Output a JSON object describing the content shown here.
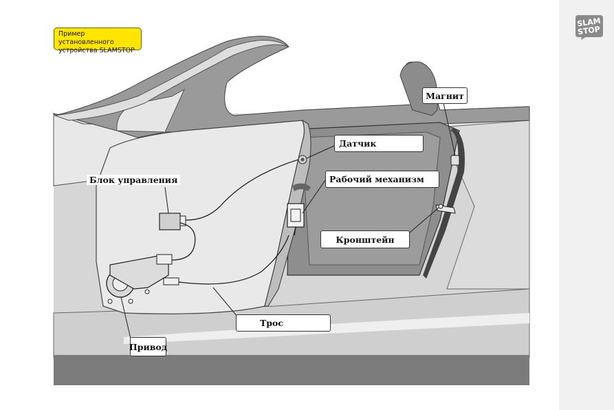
{
  "note": {
    "line1": "Пример установленного",
    "line2": "устройства SLAMSTOP"
  },
  "logo": {
    "line1": "SLAM",
    "line2": "STOP"
  },
  "labels": {
    "magnet": "Магнит",
    "sensor": "Датчик",
    "control_unit": "Блок управления",
    "mechanism": "Рабочий механизм",
    "bracket": "Кронштейн",
    "cable": "Трос",
    "drive": "Привод"
  },
  "colors": {
    "body_light": "#e4e4e4",
    "body_mid": "#c8c8c8",
    "interior_dark": "#8e8e8e",
    "floor_dark": "#7b7b7b",
    "note_bg": "#ffe500",
    "logo_bg": "#8a8a8a"
  }
}
